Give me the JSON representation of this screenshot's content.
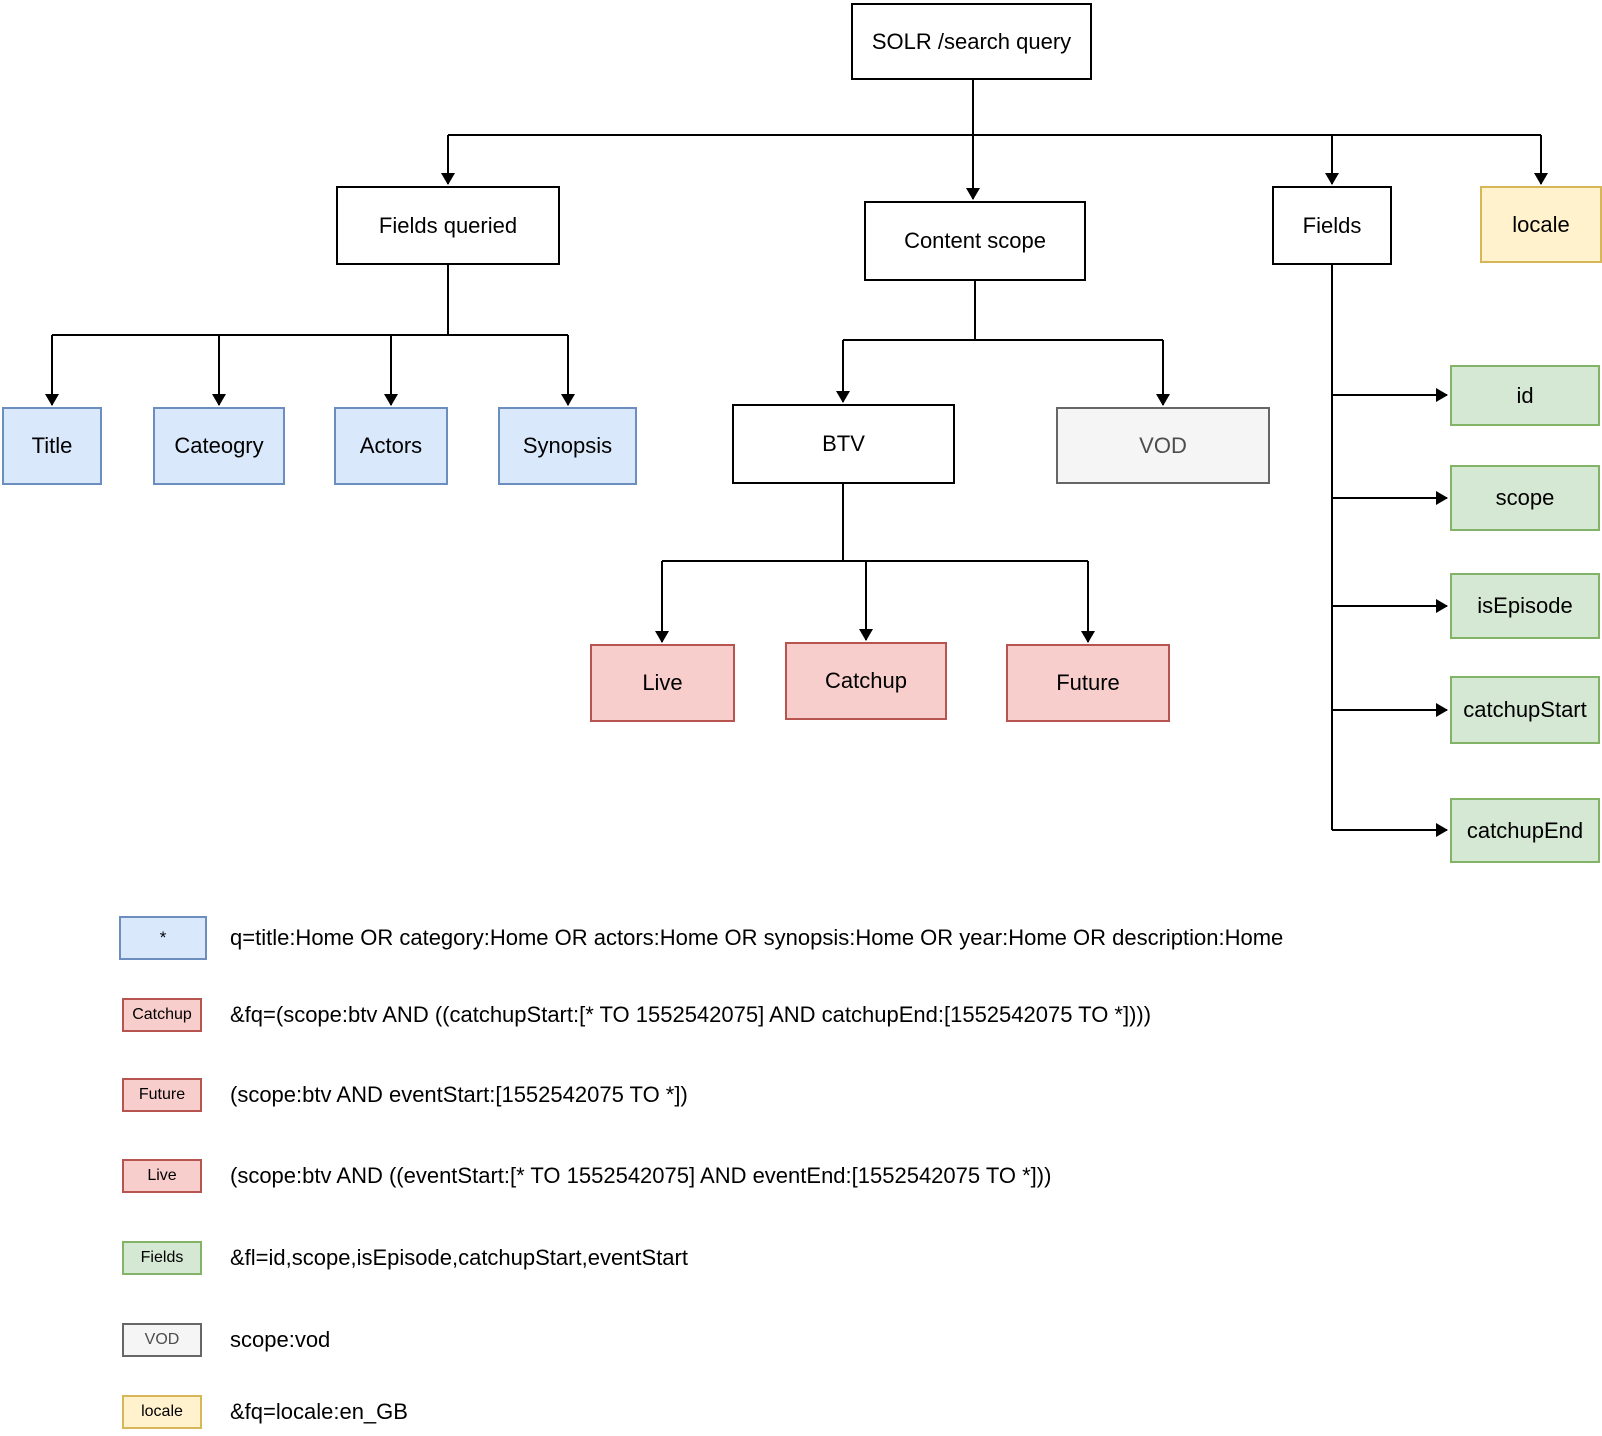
{
  "diagram": {
    "root_label": "SOLR /search query",
    "level1": [
      "Fields queried",
      "Content scope",
      "Fields",
      "locale"
    ],
    "fields_queried_children": [
      "Title",
      "Cateogry",
      "Actors",
      "Synopsis"
    ],
    "content_scope_children": [
      "BTV",
      "VOD"
    ],
    "btv_children": [
      "Live",
      "Catchup",
      "Future"
    ],
    "fields_children": [
      "id",
      "scope",
      "isEpisode",
      "catchupStart",
      "catchupEnd"
    ]
  },
  "legend": [
    {
      "swatch": "*",
      "text": "q=title:Home OR category:Home OR actors:Home OR synopsis:Home OR year:Home OR description:Home"
    },
    {
      "swatch": "Catchup",
      "text": "&fq=(scope:btv AND ((catchupStart:[* TO 1552542075] AND catchupEnd:[1552542075 TO *])))"
    },
    {
      "swatch": "Future",
      "text": "(scope:btv AND eventStart:[1552542075 TO *])"
    },
    {
      "swatch": "Live",
      "text": "(scope:btv AND ((eventStart:[* TO 1552542075] AND eventEnd:[1552542075 TO *]))"
    },
    {
      "swatch": "Fields",
      "text": "&fl=id,scope,isEpisode,catchupStart,eventStart"
    },
    {
      "swatch": "VOD",
      "text": "scope:vod"
    },
    {
      "swatch": "locale",
      "text": "&fq=locale:en_GB"
    }
  ],
  "colors": {
    "blue_fill": "#dae8fc",
    "blue_stroke": "#6c8ebf",
    "red_fill": "#f8cecc",
    "red_stroke": "#b85450",
    "green_fill": "#d5e8d4",
    "green_stroke": "#82b366",
    "yellow_fill": "#fff2cc",
    "yellow_stroke": "#d6b656",
    "gray_fill": "#f5f5f5",
    "gray_stroke": "#666666",
    "connector": "#000000"
  }
}
